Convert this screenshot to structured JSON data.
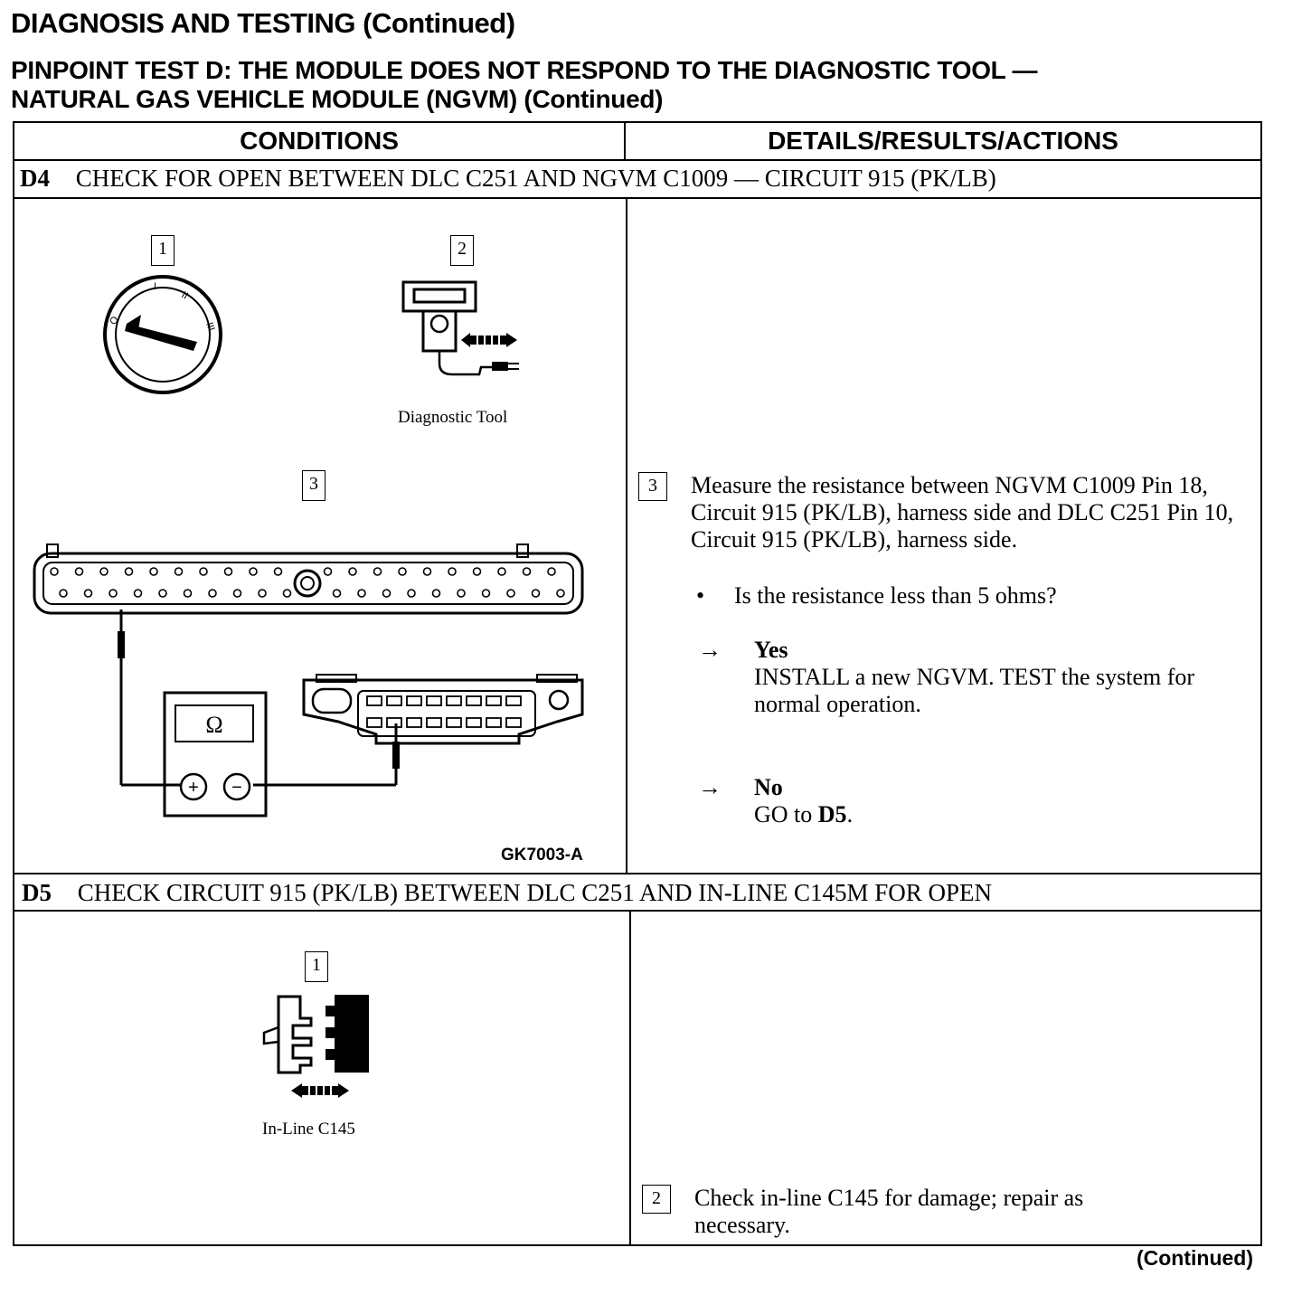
{
  "page": {
    "title": "DIAGNOSIS AND TESTING (Continued)",
    "subtitle_line1": "PINPOINT TEST D: THE MODULE DOES NOT RESPOND TO THE DIAGNOSTIC TOOL —",
    "subtitle_line2": "NATURAL GAS VEHICLE MODULE (NGVM) (Continued)",
    "footer": "(Continued)"
  },
  "table": {
    "col_conditions": "CONDITIONS",
    "col_details": "DETAILS/RESULTS/ACTIONS"
  },
  "d4": {
    "id": "D4",
    "title": "CHECK FOR OPEN BETWEEN DLC C251 AND NGVM C1009 — CIRCUIT 915 (PK/LB)",
    "fig1_num": "1",
    "fig2_num": "2",
    "fig2_caption": "Diagnostic Tool",
    "fig3_num": "3",
    "ohm_symbol": "Ω",
    "plus": "+",
    "minus": "−",
    "figure_code": "GK7003-A",
    "detail_num": "3",
    "detail_text": "Measure the resistance between NGVM C1009 Pin 18, Circuit 915 (PK/LB), harness side and DLC C251 Pin 10, Circuit 915 (PK/LB), harness side.",
    "bullet": "•",
    "question": "Is the resistance less than 5 ohms?",
    "arrow": "→",
    "yes_label": "Yes",
    "yes_text": "INSTALL a new NGVM. TEST the system for normal operation.",
    "no_label": "No",
    "no_text_prefix": "GO to ",
    "no_text_target": "D5",
    "no_text_suffix": "."
  },
  "d5": {
    "id": "D5",
    "title": "CHECK CIRCUIT 915 (PK/LB) BETWEEN DLC C251 AND IN-LINE C145M FOR OPEN",
    "fig1_num": "1",
    "fig1_caption": "In-Line C145",
    "detail_num": "2",
    "detail_text": "Check in-line C145 for damage; repair as necessary."
  }
}
